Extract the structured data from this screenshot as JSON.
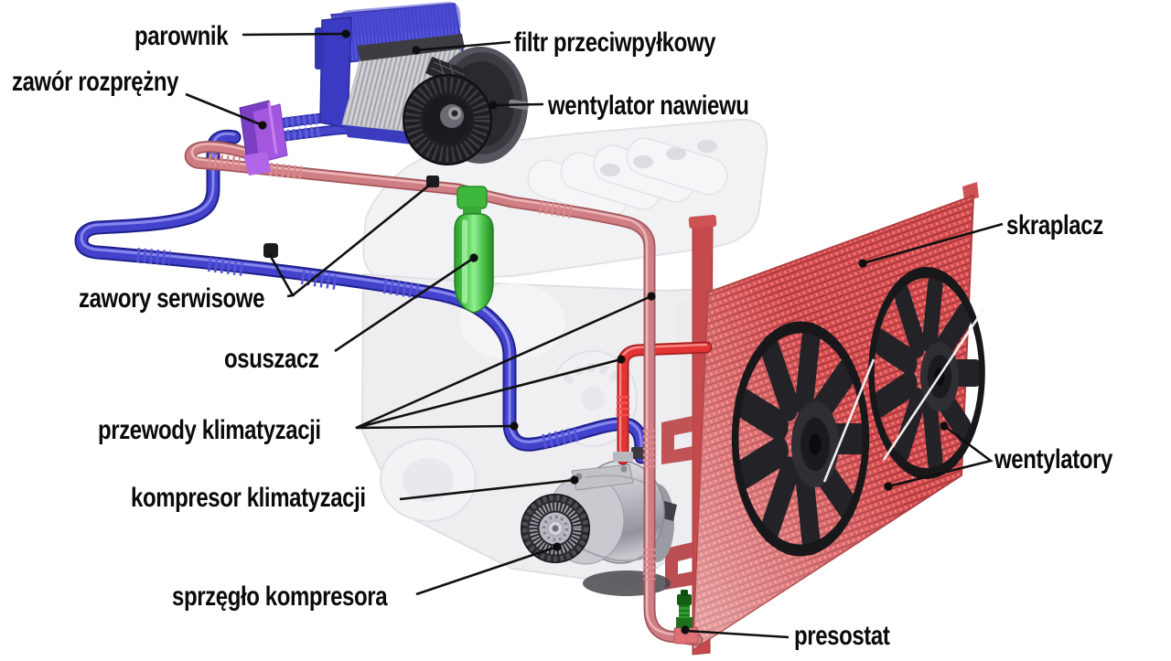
{
  "figure": {
    "type": "labeled-diagram",
    "subject": "car air conditioning system components",
    "language": "pl",
    "background": "#ffffff",
    "label_color": "#0b0b0b"
  },
  "labels": {
    "parownik": "parownik",
    "filtr": "filtr przeciwpyłkowy",
    "zawor_rozprezny": "zawór rozprężny",
    "wentylator_nawiewu": "wentylator nawiewu",
    "skraplacz": "skraplacz",
    "zawory_serwisowe": "zawory serwisowe",
    "osuszacz": "osuszacz",
    "przewody": "przewody klimatyzacji",
    "kompresor": "kompresor klimatyzacji",
    "sprzeglo": "sprzęgło kompresora",
    "wentylatory": "wentylatory",
    "presostat": "presostat"
  },
  "colors": {
    "suction_line_blue": "#4242cc",
    "liquid_line_pink": "#cf7e83",
    "discharge_line_red": "#e23434",
    "condenser_red": "#d94d4f",
    "dryer_green": "#52cf52",
    "pressure_switch_green": "#2f9b2f",
    "evaporator_blue": "#4343ca",
    "expansion_valve_purple": "#a257de",
    "fan_black": "#232327",
    "leader_line": "#101010"
  }
}
